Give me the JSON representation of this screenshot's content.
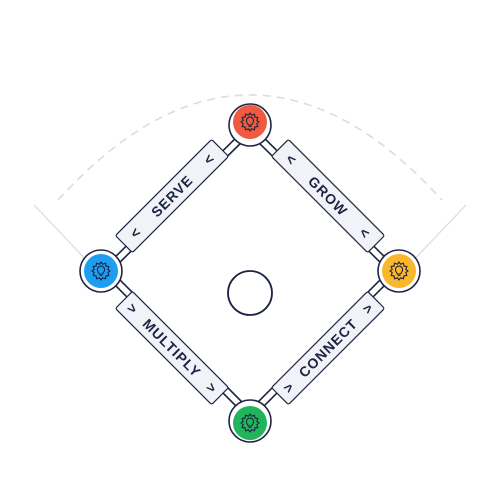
{
  "diagram": {
    "segments": [
      {
        "id": "serve",
        "label": "SERVE",
        "arrow": "<"
      },
      {
        "id": "grow",
        "label": "GROW",
        "arrow": "<"
      },
      {
        "id": "multiply",
        "label": "MULTIPLY",
        "arrow": ">"
      },
      {
        "id": "connect",
        "label": "CONNECT",
        "arrow": ">"
      }
    ],
    "nodes": [
      {
        "id": "top",
        "color": "#ef5a41",
        "icon": "gear-lightbulb-icon"
      },
      {
        "id": "left",
        "color": "#1e9ef0",
        "icon": "gear-lightbulb-icon"
      },
      {
        "id": "right",
        "color": "#fbb72c",
        "icon": "gear-lightbulb-icon"
      },
      {
        "id": "bottom",
        "color": "#22b45c",
        "icon": "gear-lightbulb-icon"
      }
    ],
    "center": {
      "shape": "circle"
    },
    "colors": {
      "bar_fill": "#f1f3f9",
      "bar_stroke": "#1d2440",
      "text": "#1d2440",
      "line": "#1d2440",
      "arc": "#d9d9d9"
    }
  }
}
